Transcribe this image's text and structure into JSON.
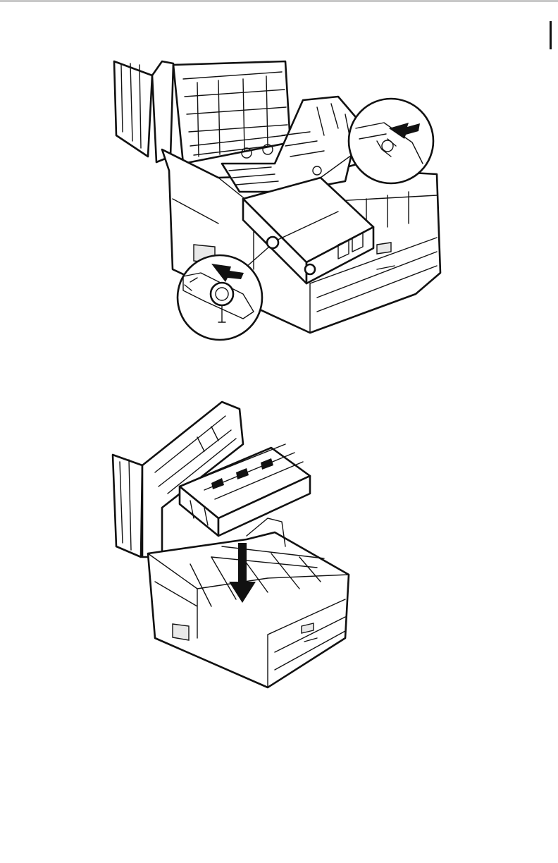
{
  "figures": [
    {
      "id": "figure-1",
      "callouts": 2,
      "arrows": 2
    },
    {
      "id": "figure-2",
      "callouts": 0,
      "arrows": 1
    }
  ],
  "colors": {
    "line": "#111111",
    "paper": "#ffffff",
    "shade": "#e9e9e9"
  }
}
